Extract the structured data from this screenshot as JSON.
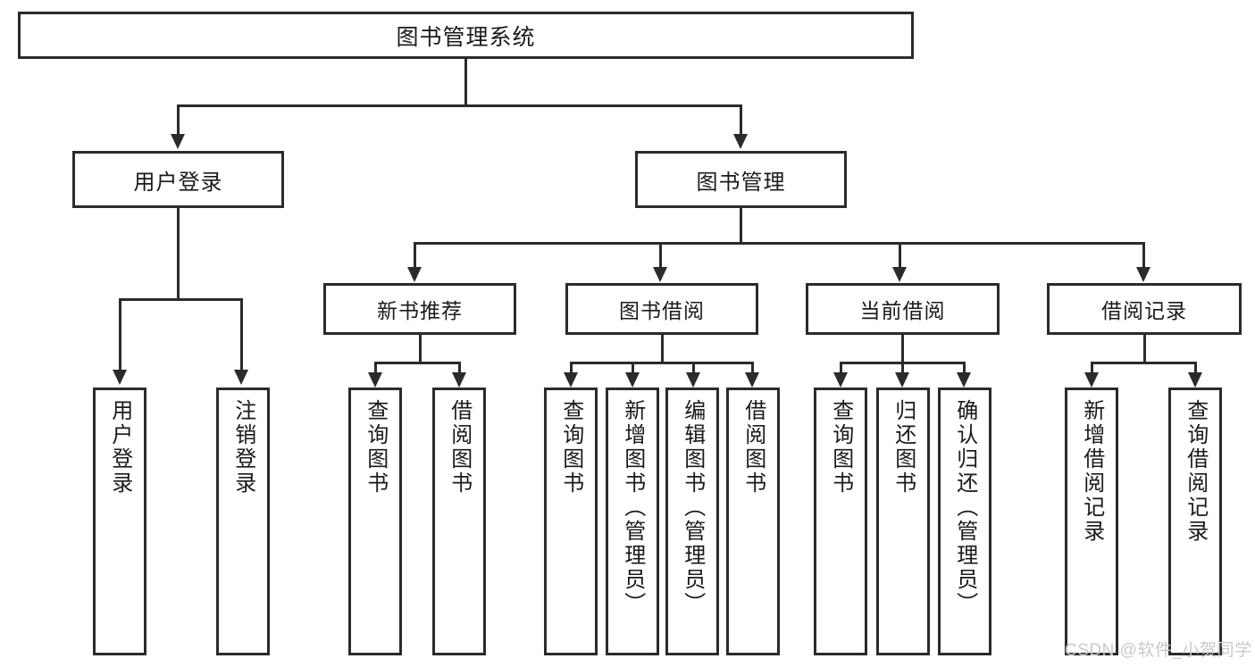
{
  "diagram": {
    "type": "tree",
    "title": "图书管理系统",
    "levels": 4,
    "orientation": "top-down",
    "colors": {
      "box_border": "#2b2b2b",
      "box_fill": "#ffffff",
      "connector": "#2b2b2b",
      "background": "#ffffff",
      "watermark": "#c9c9c9"
    }
  },
  "root": {
    "label": "图书管理系统"
  },
  "level2": [
    {
      "label": "用户登录"
    },
    {
      "label": "图书管理"
    }
  ],
  "level3": [
    {
      "label": "新书推荐"
    },
    {
      "label": "图书借阅"
    },
    {
      "label": "当前借阅"
    },
    {
      "label": "借阅记录"
    }
  ],
  "leaves": {
    "user_login": [
      {
        "label": "用户登录"
      },
      {
        "label": "注销登录"
      }
    ],
    "new_book_recommend": [
      {
        "label": "查询图书"
      },
      {
        "label": "借阅图书"
      }
    ],
    "book_borrow": [
      {
        "label": "查询图书"
      },
      {
        "label": "新增图书（管理员）"
      },
      {
        "label": "编辑图书（管理员）"
      },
      {
        "label": "借阅图书"
      }
    ],
    "current_borrow": [
      {
        "label": "查询图书"
      },
      {
        "label": "归还图书"
      },
      {
        "label": "确认归还（管理员）"
      }
    ],
    "borrow_record": [
      {
        "label": "新增借阅记录"
      },
      {
        "label": "查询借阅记录"
      }
    ]
  },
  "watermark": {
    "text": "CSDN @软件_小贺同学"
  }
}
